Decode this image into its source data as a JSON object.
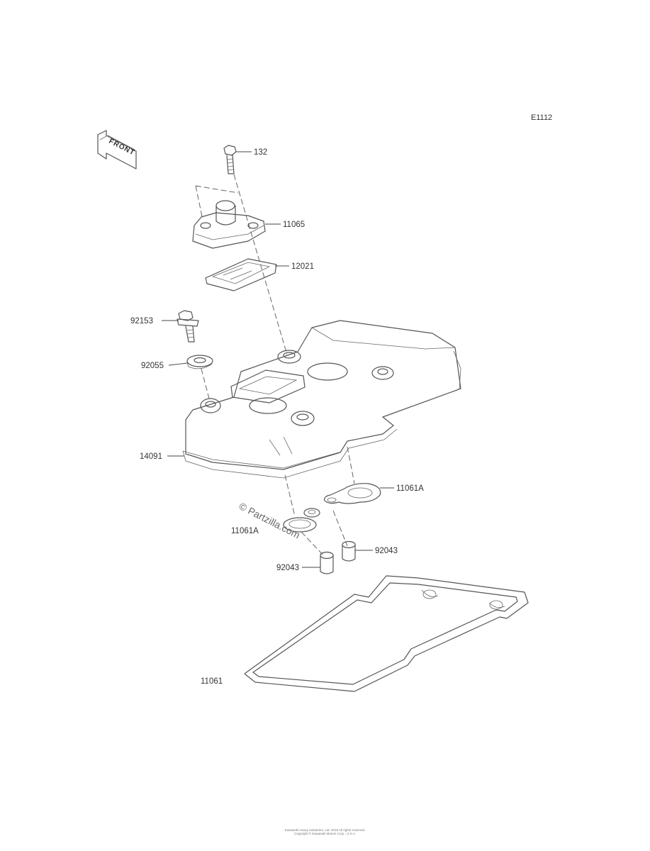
{
  "ref_code": "E1112",
  "front_label": "FRONT",
  "watermark": "© Partzilla.com",
  "footer": {
    "line1": "Kawasaki Heavy Industries, Ltd. 2019 All rights reserved.",
    "line2": "Copyright © Kawasaki Motors Corp., U.S.A."
  },
  "parts": [
    {
      "number": "132"
    },
    {
      "number": "11065"
    },
    {
      "number": "12021"
    },
    {
      "number": "92153"
    },
    {
      "number": "92055"
    },
    {
      "number": "14091"
    },
    {
      "number": "11061A"
    },
    {
      "number": "11061A"
    },
    {
      "number": "92043"
    },
    {
      "number": "92043"
    },
    {
      "number": "11061"
    }
  ]
}
